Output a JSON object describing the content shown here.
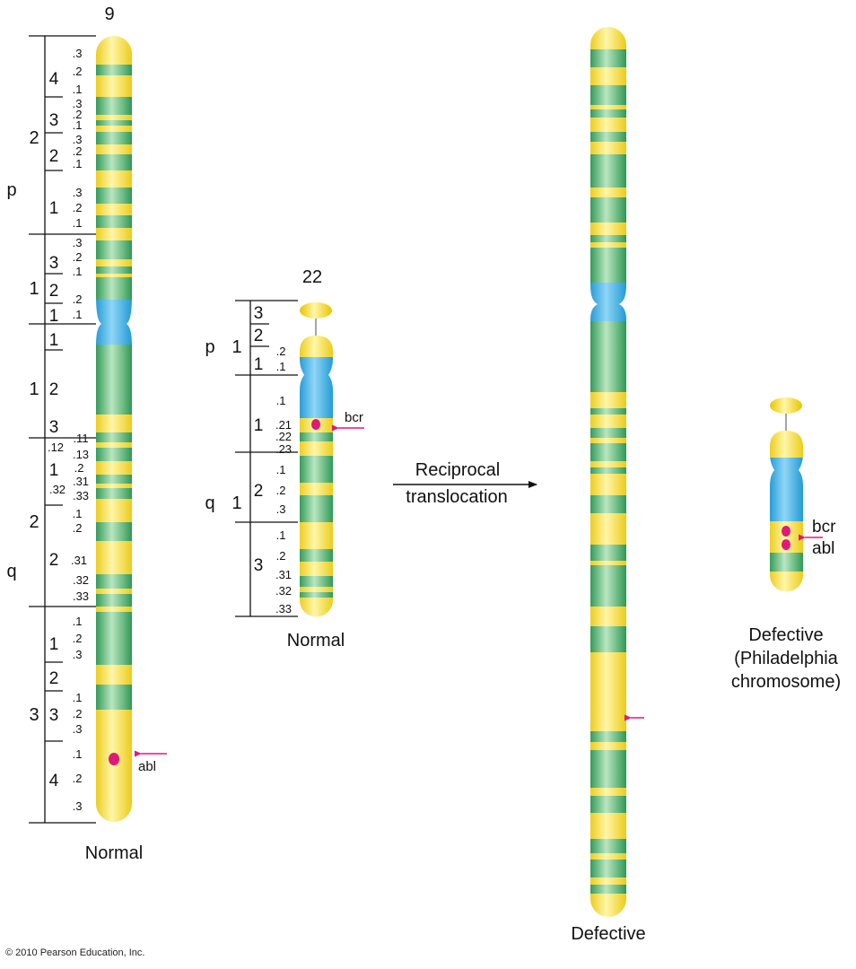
{
  "colors": {
    "yellow": "#f6dc1e",
    "green": "#1f9a4f",
    "blue": "#1aa6e4",
    "magenta": "#e0197a",
    "line": "#111111"
  },
  "chr9": {
    "title": "9",
    "caption": "Normal",
    "arms": [
      "p",
      "q"
    ],
    "regions": [
      "2",
      "1",
      "1",
      "2",
      "3"
    ],
    "bands": [
      "4",
      "3",
      "2",
      "1",
      "3",
      "2",
      "1",
      "1",
      "2",
      "3",
      "1",
      "2",
      "1",
      "2",
      "3",
      "4"
    ],
    "sub_p": [
      ".3",
      ".2",
      ".1",
      ".3",
      ".2",
      ".1",
      ".3",
      ".2",
      ".1",
      ".3",
      ".2",
      ".1",
      ".3",
      ".2",
      ".1",
      ".2",
      ".1"
    ],
    "sub_q": [
      ".12",
      ".11",
      ".13",
      ".2",
      ".32",
      ".31",
      ".33",
      ".1",
      ".2",
      ".31",
      ".32",
      ".33",
      ".1",
      ".2",
      ".3",
      ".1",
      ".2",
      ".3",
      ".1",
      ".2",
      ".3"
    ],
    "gene": "abl"
  },
  "chr22": {
    "title": "22",
    "caption": "Normal",
    "arms": [
      "p",
      "q"
    ],
    "regions": [
      "1",
      "1"
    ],
    "bands": [
      "3",
      "2",
      "1",
      "1",
      "2",
      "3"
    ],
    "subs": [
      ".2",
      ".1",
      ".1",
      ".21",
      ".22",
      ".23",
      ".1",
      ".2",
      ".3",
      ".1",
      ".2",
      ".31",
      ".32",
      ".33"
    ],
    "gene": "bcr"
  },
  "arrow": {
    "line1": "Reciprocal",
    "line2": "translocation"
  },
  "defective9": {
    "caption": "Defective"
  },
  "philadelphia": {
    "caption": [
      "Defective",
      "(Philadelphia",
      "chromosome)"
    ],
    "gene_bcr": "bcr",
    "gene_abl": "abl"
  },
  "copyright": "© 2010 Pearson Education, Inc."
}
